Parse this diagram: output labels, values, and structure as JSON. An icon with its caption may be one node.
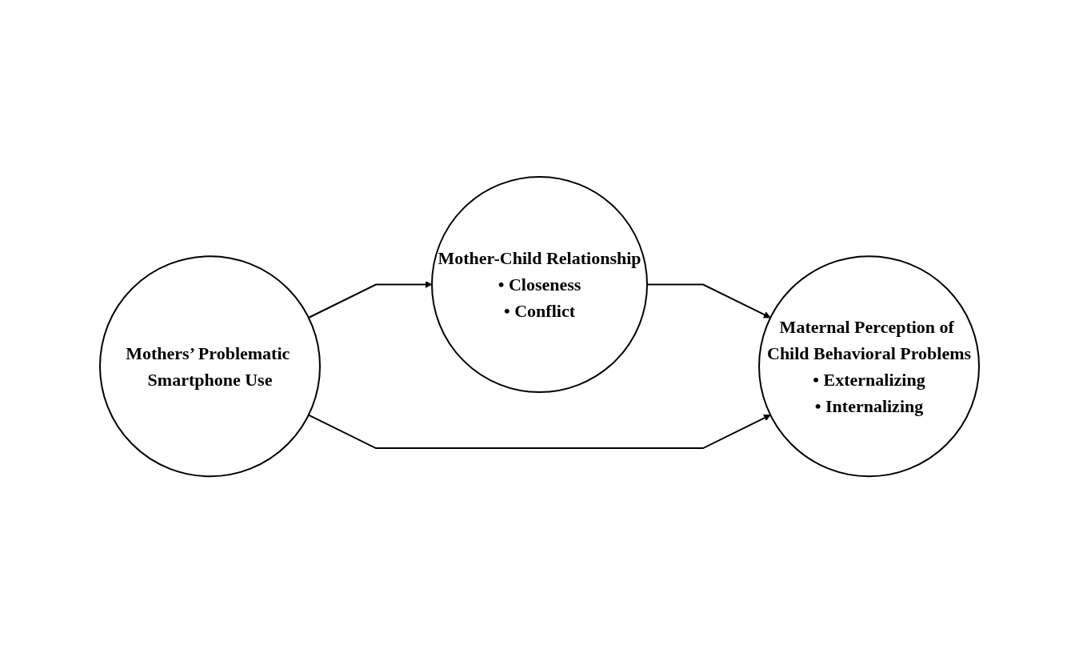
{
  "diagram": {
    "nodes": [
      {
        "text": [
          "Mother-Child Relationship",
          "• Closeness",
          "• Conflict"
        ]
      },
      {
        "text": [
          "Mothers’ Problematic Smartphone Use"
        ]
      },
      {
        "text": [
          "Maternal Perception of Child Behavioral Problems",
          "• Externalizing",
          "• Internalizing"
        ]
      }
    ],
    "edges": [
      {
        "from": 1,
        "to": 0,
        "arrow": "to"
      },
      {
        "from": 0,
        "to": 2,
        "arrow": "to"
      },
      {
        "from": 1,
        "to": 2,
        "arrow": "to"
      }
    ]
  }
}
